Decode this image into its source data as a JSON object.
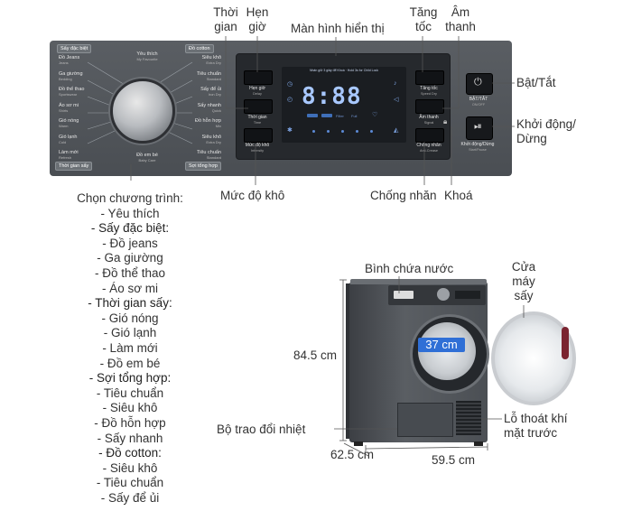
{
  "callouts": {
    "thoi_gian": "Thời\ngian",
    "hen_gio": "Hẹn\ngiờ",
    "man_hinh": "Màn hình hiển thị",
    "tang_toc": "Tăng\ntốc",
    "am_thanh": "Âm\nthanh",
    "bat_tat": "Bật/Tắt",
    "khoi_dong": "Khởi động/\nDừng",
    "muc_do_kho": "Mức độ khô",
    "chong_nhan": "Chống nhăn",
    "khoa": "Khoá",
    "binh_chua_nuoc": "Bình chứa nước",
    "cua_may_say": "Cửa\nmáy\nsấy",
    "bo_trao_doi_nhiet": "Bộ trao đổi nhiệt",
    "lo_thoat_khi": "Lỗ thoát khí\nmặt trước",
    "height": "84.5 cm",
    "depth": "62.5 cm",
    "width": "59.5 cm",
    "drum_diameter": "37 cm"
  },
  "program_list": [
    {
      "text": "Chọn chương trình:",
      "kind": "title"
    },
    {
      "text": "- Yêu thích",
      "kind": "item"
    },
    {
      "text": "- Sấy đặc biệt:",
      "kind": "header"
    },
    {
      "text": "- Đồ jeans",
      "kind": "item"
    },
    {
      "text": "- Ga giường",
      "kind": "item"
    },
    {
      "text": "- Đồ thể thao",
      "kind": "item"
    },
    {
      "text": "- Áo sơ mi",
      "kind": "item"
    },
    {
      "text": "- Thời gian sấy:",
      "kind": "header"
    },
    {
      "text": "- Gió nóng",
      "kind": "item"
    },
    {
      "text": "- Gió lạnh",
      "kind": "item"
    },
    {
      "text": "- Làm mới",
      "kind": "item"
    },
    {
      "text": "- Đồ em bé",
      "kind": "item"
    },
    {
      "text": "- Sợi tổng hợp:",
      "kind": "header"
    },
    {
      "text": "- Tiêu chuẩn",
      "kind": "item"
    },
    {
      "text": "- Siêu khô",
      "kind": "item"
    },
    {
      "text": "- Đồ hỗn hợp",
      "kind": "item"
    },
    {
      "text": "- Sấy nhanh",
      "kind": "item"
    },
    {
      "text": "- Đồ cotton:",
      "kind": "header"
    },
    {
      "text": "- Siêu khô",
      "kind": "item"
    },
    {
      "text": "- Tiêu chuẩn",
      "kind": "item"
    },
    {
      "text": "- Sấy để ủi",
      "kind": "item"
    }
  ],
  "panel": {
    "tags": {
      "special": "Sấy đặc biệt",
      "cotton": "Đồ cotton",
      "time": "Thời gian sấy",
      "synthetic": "Sợi tổng hợp"
    },
    "left_programs": [
      {
        "label": "Đồ Jeans",
        "sub": "Jeans"
      },
      {
        "label": "Ga giường",
        "sub": "Bedding"
      },
      {
        "label": "Đồ thể thao",
        "sub": "Sportswear"
      },
      {
        "label": "Áo sơ mi",
        "sub": "Shirts"
      },
      {
        "label": "Gió nóng",
        "sub": "Warm"
      },
      {
        "label": "Gió lạnh",
        "sub": "Cold"
      },
      {
        "label": "Làm mới",
        "sub": "Refresh"
      }
    ],
    "right_programs": [
      {
        "label": "Siêu khô",
        "sub": "Extra Dry"
      },
      {
        "label": "Tiêu chuẩn",
        "sub": "Standard"
      },
      {
        "label": "Sấy để ủi",
        "sub": "Iron Dry"
      },
      {
        "label": "Sấy nhanh",
        "sub": "Quick"
      },
      {
        "label": "Đồ hỗn hợp",
        "sub": "Mix"
      },
      {
        "label": "Siêu khô",
        "sub": "Extra Dry"
      },
      {
        "label": "Tiêu chuẩn",
        "sub": "Standard"
      }
    ],
    "favourite": {
      "label": "Yêu thích",
      "sub": "My Favourite"
    },
    "baby": {
      "label": "Đồ em bé",
      "sub": "Baby Care"
    },
    "left_buttons": [
      {
        "label": "Hẹn giờ",
        "sub": "Delay"
      },
      {
        "label": "Thời gian",
        "sub": "Time"
      },
      {
        "label": "Mức độ khô",
        "sub": "Intensity"
      }
    ],
    "right_buttons": [
      {
        "label": "Tăng tốc",
        "sub": "Speed Dry"
      },
      {
        "label": "Âm thanh",
        "sub": "Signal"
      },
      {
        "label": "Chống nhăn",
        "sub": "Anti-Crease"
      }
    ],
    "power": {
      "label": "BẬT/TẮT",
      "sub": "ON/OFF"
    },
    "start": {
      "label": "Khởi động/Dừng",
      "sub": "Start/Pause"
    },
    "digits": "8:88",
    "screen_top_text": "Nhấn giữ 3 giây để Khoá · Hold 3s for Child Lock",
    "screen_labels": [
      "Filter",
      "Full"
    ]
  },
  "colors": {
    "dimension_badge": "#2f6fd6",
    "panel": "#52565b",
    "display_digits": "#a8c8ff"
  }
}
